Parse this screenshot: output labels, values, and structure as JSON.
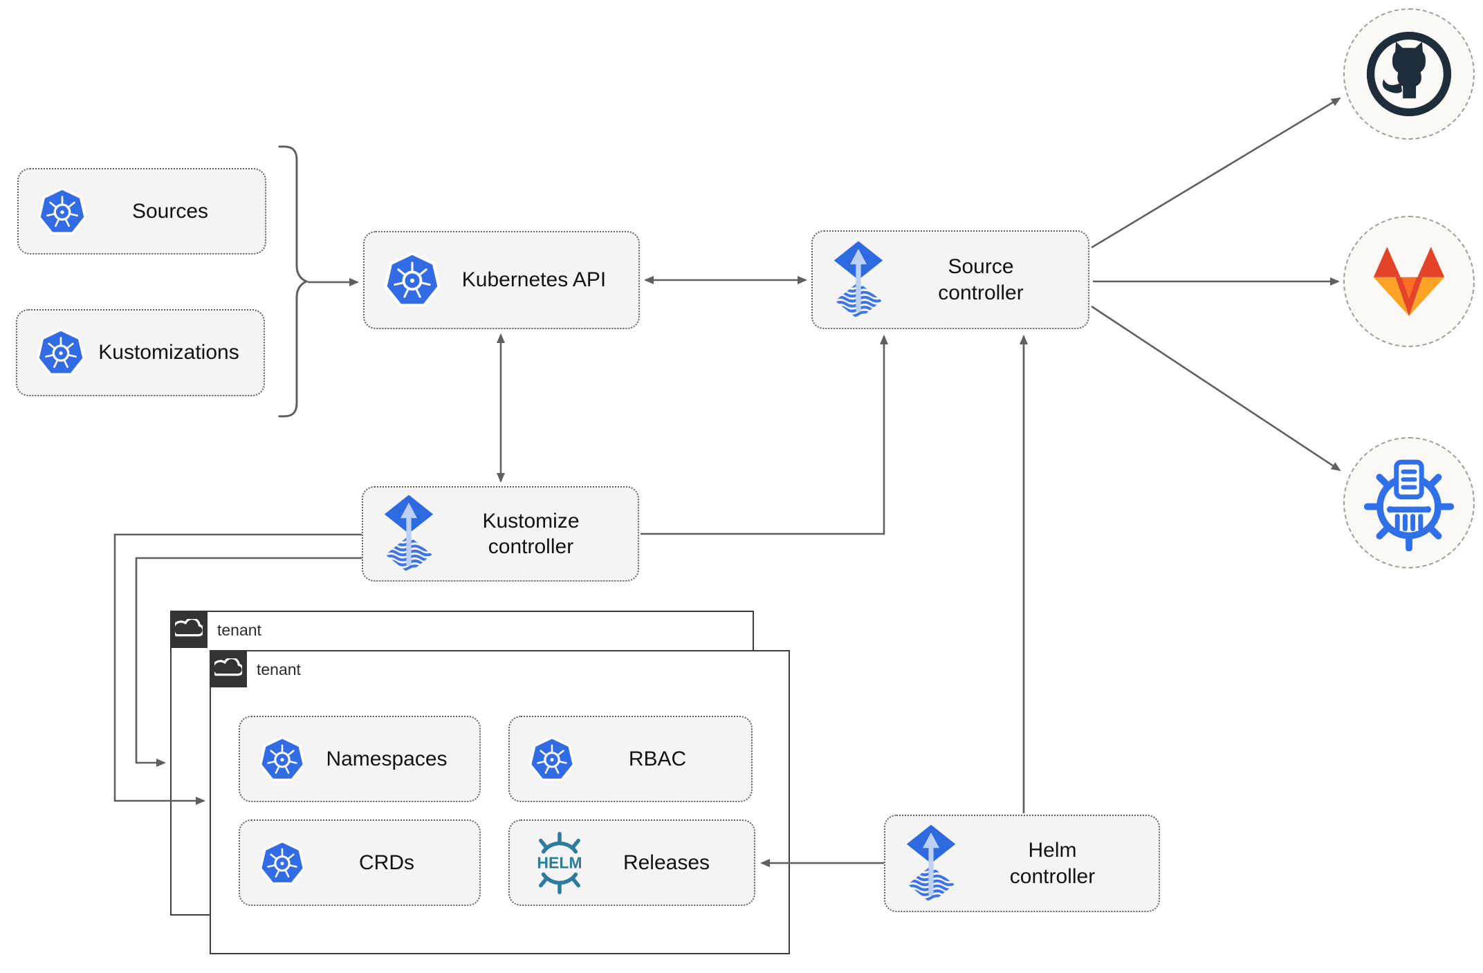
{
  "nodes": {
    "sources": "Sources",
    "kustomizations": "Kustomizations",
    "kubernetes_api": "Kubernetes API",
    "source_controller": "Source controller",
    "kustomize_controller": "Kustomize controller",
    "helm_controller": "Helm controller",
    "namespaces": "Namespaces",
    "rbac": "RBAC",
    "crds": "CRDs",
    "releases": "Releases"
  },
  "tenants": {
    "back": "tenant",
    "front": "tenant"
  },
  "helm_logo_text": "HELM",
  "icons": {
    "kubernetes": "kubernetes-wheel-icon",
    "flux": "flux-diamond-arrow-icon",
    "helm": "helm-ship-wheel-icon",
    "cloud": "cloud-outline-icon",
    "github": "github-octocat-icon",
    "gitlab": "gitlab-tanuki-icon",
    "chartmuseum": "chartmuseum-registry-icon"
  },
  "colors": {
    "kubernetes_blue": "#326ce5",
    "flux_blue": "#2e6adf",
    "flux_arrow_light": "#bcd0f6",
    "helm_teal": "#2b7c9e",
    "github_navy": "#1d2d3a",
    "gitlab_red": "#e24329",
    "gitlab_orange": "#fc6d26",
    "gitlab_amber": "#fca326",
    "chartmuseum_blue": "#2f6fe8",
    "line_gray": "#5f5f5f",
    "node_fill": "#f4f4f4",
    "tenant_tab": "#333333"
  }
}
